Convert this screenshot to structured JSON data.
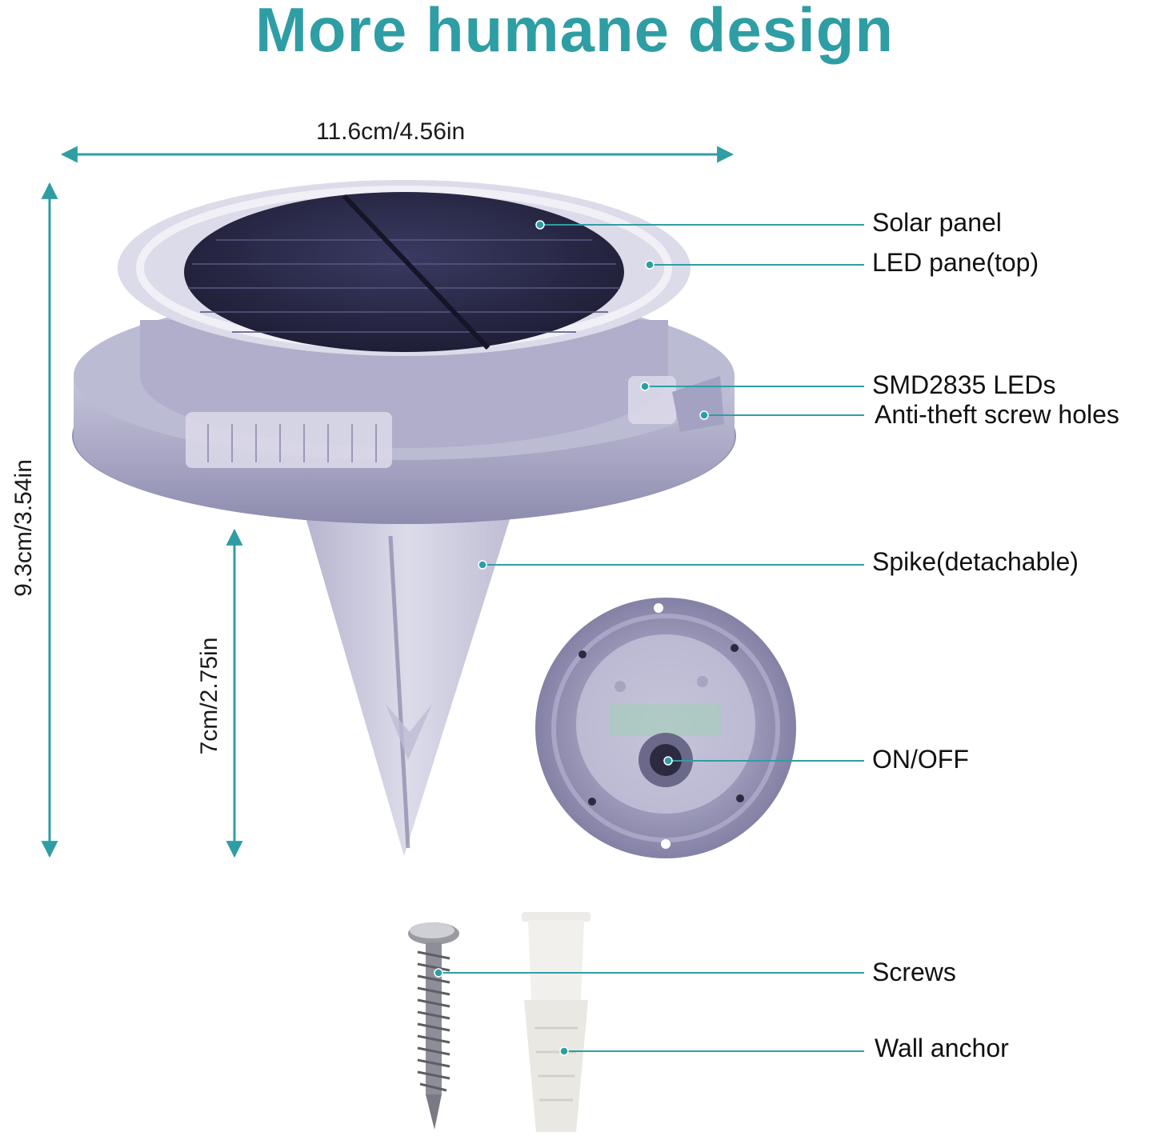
{
  "title": "More humane design",
  "dimensions": {
    "width": "11.6cm/4.56in",
    "height": "9.3cm/3.54in",
    "spike_length": "7cm/2.75in"
  },
  "callouts": {
    "solar_panel": "Solar panel",
    "led_pane": "LED pane(top)",
    "smd_leds": "SMD2835 LEDs",
    "screw_holes": "Anti-theft screw holes",
    "spike": "Spike(detachable)",
    "on_off": "ON/OFF",
    "screws": "Screws",
    "wall_anchor": "Wall anchor"
  },
  "colors": {
    "accent": "#2e9ea4",
    "housing": "#a8a6c4",
    "solar": "#2a2a48"
  }
}
